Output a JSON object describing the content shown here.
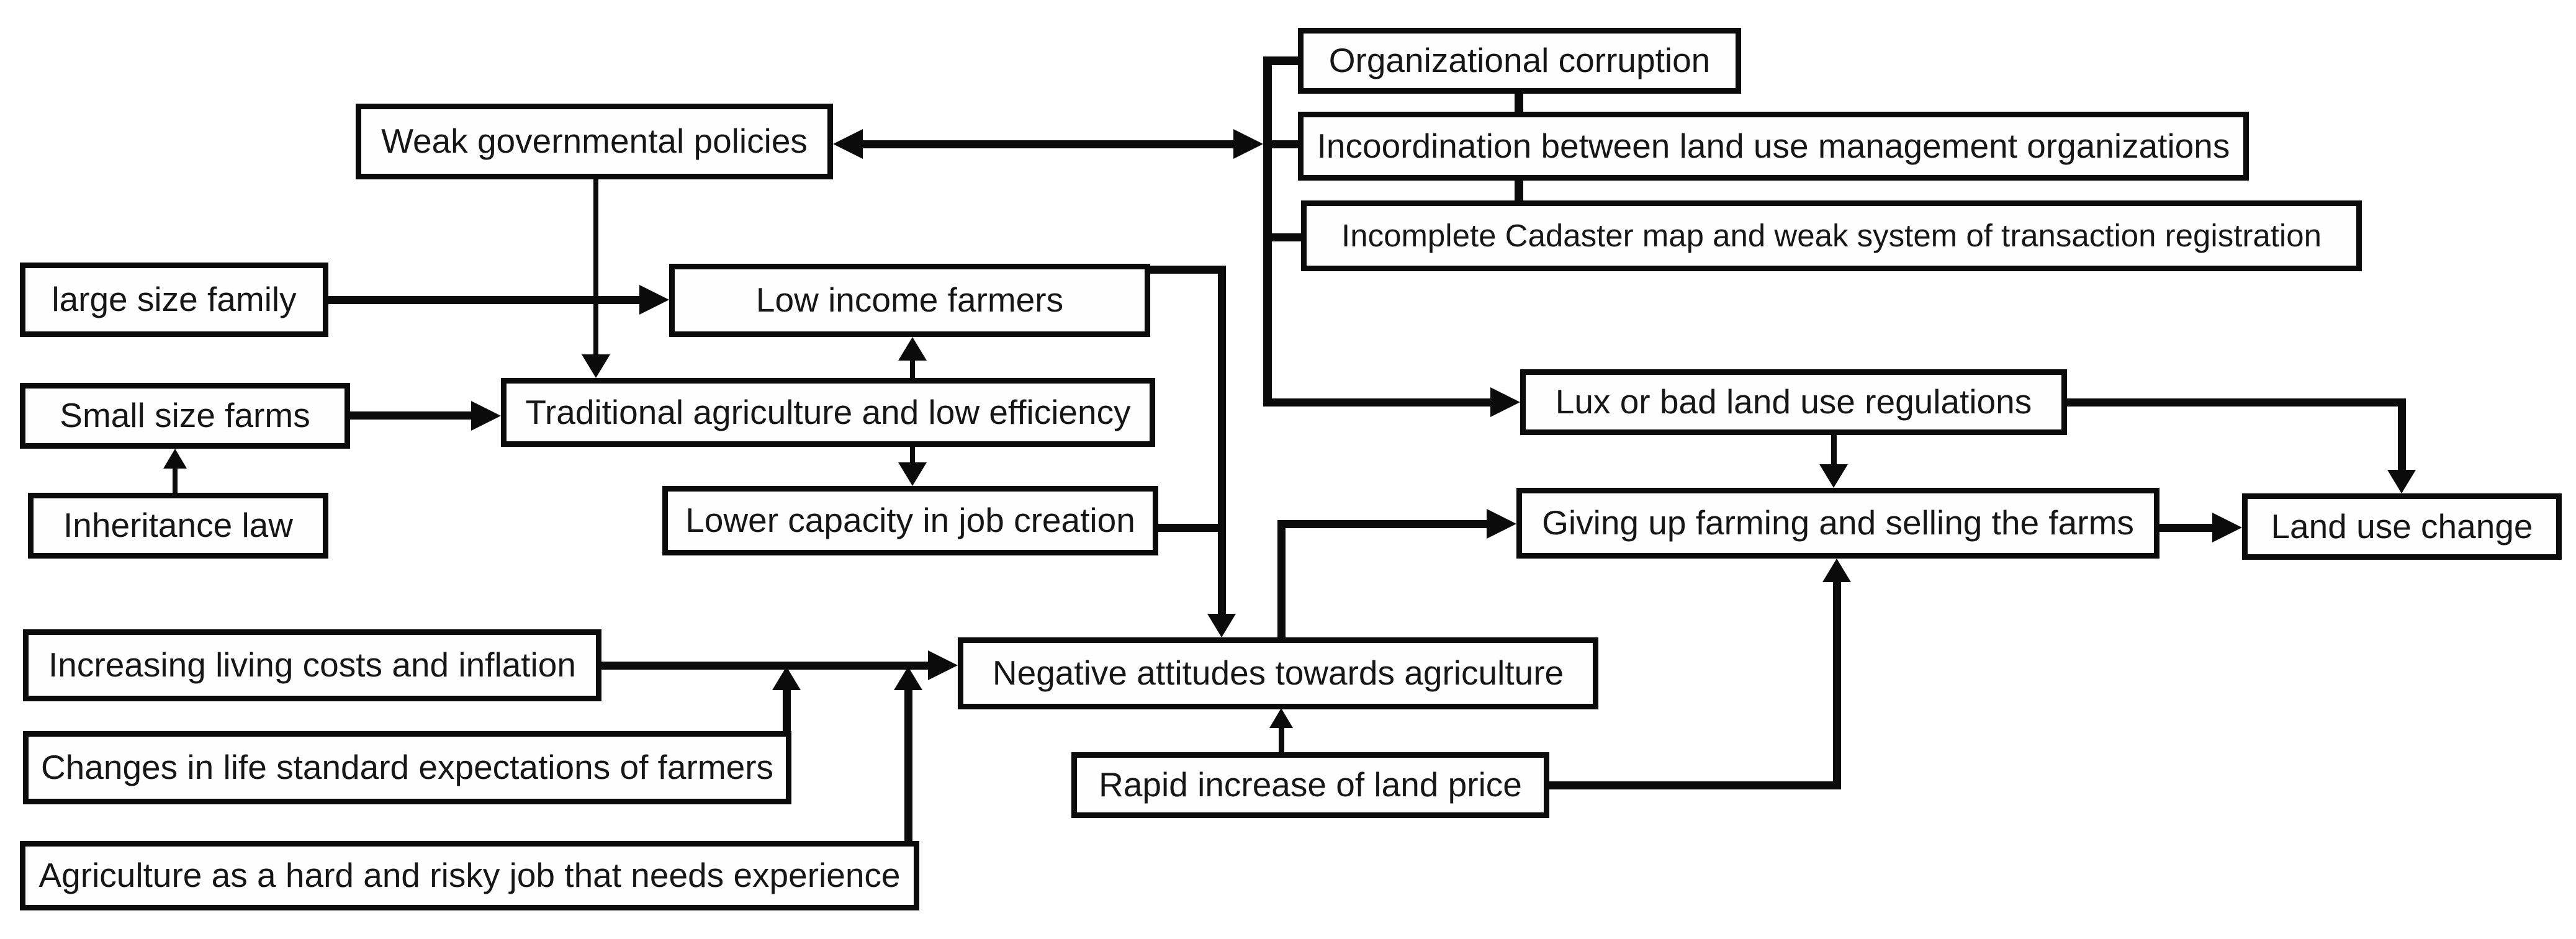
{
  "diagram": {
    "colors": {
      "ink": "#0b0b0b",
      "background": "#ffffff",
      "text": "#161616"
    },
    "nodes": {
      "weak_gov": {
        "label": "Weak governmental policies"
      },
      "org_corruption": {
        "label": "Organizational corruption"
      },
      "incoordination": {
        "label": "Incoordination between land use management organizations"
      },
      "cadaster": {
        "label": "Incomplete Cadaster map and weak system of transaction registration"
      },
      "large_family": {
        "label": "large size family"
      },
      "low_income": {
        "label": "Low income farmers"
      },
      "small_farms": {
        "label": "Small size farms"
      },
      "traditional_ag": {
        "label": "Traditional agriculture and low efficiency"
      },
      "inheritance": {
        "label": "Inheritance law"
      },
      "lower_capacity": {
        "label": "Lower capacity in job creation"
      },
      "lux_regulations": {
        "label": "Lux or bad land use regulations"
      },
      "giving_up": {
        "label": "Giving up farming and selling the farms"
      },
      "land_use_change": {
        "label": "Land use change"
      },
      "increasing_costs": {
        "label": "Increasing living costs and inflation"
      },
      "negative_attitudes": {
        "label": "Negative attitudes towards agriculture"
      },
      "changes_life": {
        "label": "Changes in life standard expectations of farmers"
      },
      "rapid_increase": {
        "label": "Rapid increase of land price"
      },
      "agriculture_hard": {
        "label": "Agriculture as a hard and risky job that needs experience"
      }
    },
    "edges": [
      {
        "from": "inheritance",
        "to": "small_farms",
        "type": "arrow"
      },
      {
        "from": "small_farms",
        "to": "traditional_ag",
        "type": "arrow"
      },
      {
        "from": "large_family",
        "to": "low_income",
        "type": "arrow"
      },
      {
        "from": "weak_gov",
        "to": "traditional_ag",
        "type": "arrow"
      },
      {
        "from": "weak_gov",
        "to": "governance_group",
        "type": "double-arrow"
      },
      {
        "from": "org_corruption",
        "to": "incoordination",
        "type": "line"
      },
      {
        "from": "incoordination",
        "to": "cadaster",
        "type": "line"
      },
      {
        "from": "governance_group",
        "to": "lux_regulations",
        "type": "arrow"
      },
      {
        "from": "traditional_ag",
        "to": "low_income",
        "type": "arrow"
      },
      {
        "from": "traditional_ag",
        "to": "lower_capacity",
        "type": "arrow"
      },
      {
        "from": "low_income",
        "to": "negative_attitudes",
        "type": "arrow"
      },
      {
        "from": "lower_capacity",
        "to": "negative_attitudes",
        "type": "arrow"
      },
      {
        "from": "increasing_costs",
        "to": "negative_attitudes",
        "type": "arrow"
      },
      {
        "from": "changes_life",
        "to": "negative_attitudes",
        "type": "arrow"
      },
      {
        "from": "agriculture_hard",
        "to": "negative_attitudes",
        "type": "arrow"
      },
      {
        "from": "rapid_increase",
        "to": "negative_attitudes",
        "type": "arrow"
      },
      {
        "from": "rapid_increase",
        "to": "giving_up",
        "type": "arrow"
      },
      {
        "from": "negative_attitudes",
        "to": "giving_up",
        "type": "arrow"
      },
      {
        "from": "lux_regulations",
        "to": "giving_up",
        "type": "arrow"
      },
      {
        "from": "lux_regulations",
        "to": "land_use_change",
        "type": "arrow"
      },
      {
        "from": "giving_up",
        "to": "land_use_change",
        "type": "arrow"
      }
    ]
  }
}
